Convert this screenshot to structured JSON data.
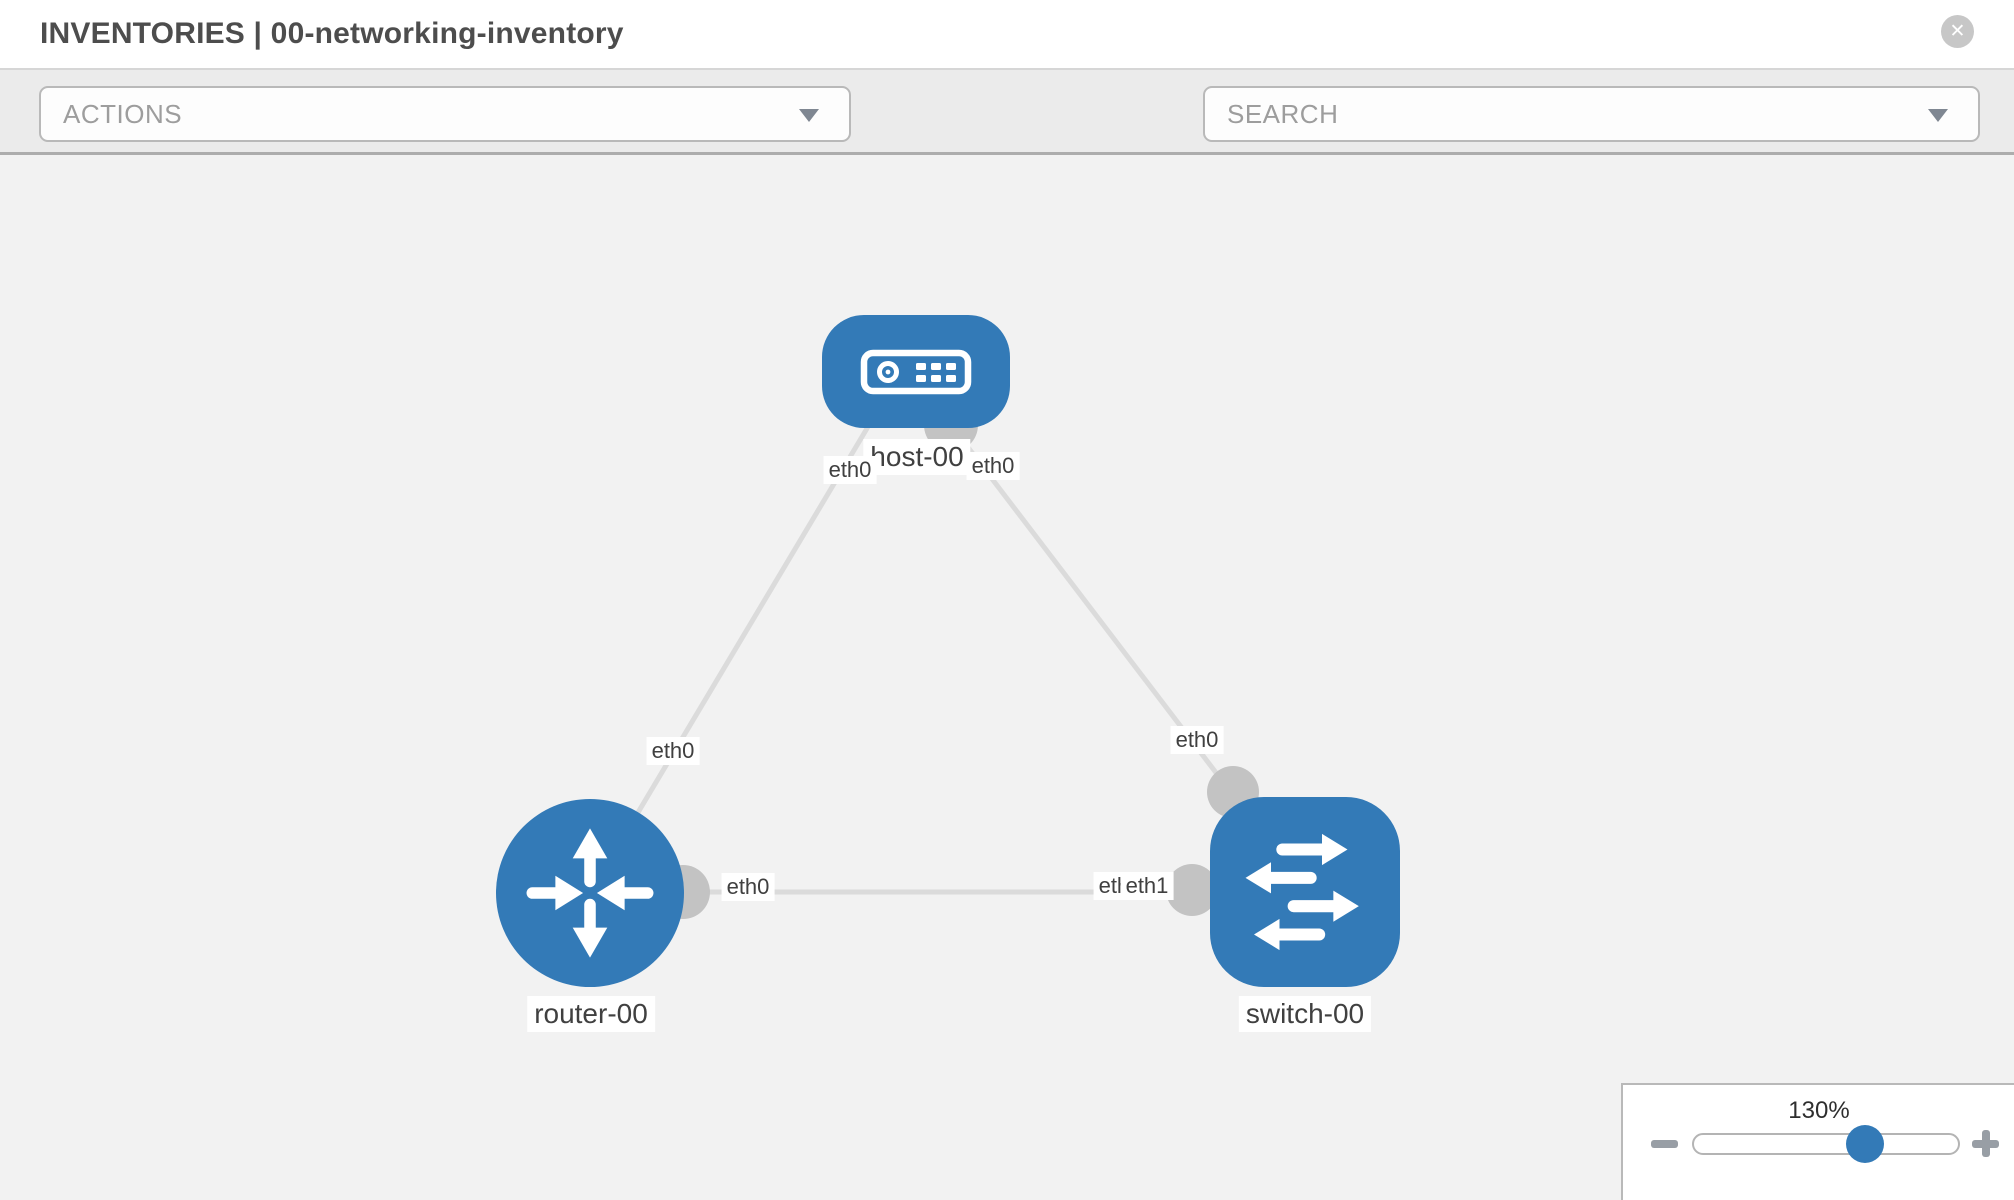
{
  "header": {
    "title": "INVENTORIES | 00-networking-inventory"
  },
  "icons": {
    "close": "✕",
    "wrench": "wrench-icon",
    "key": "key-icon"
  },
  "toolbar": {
    "actions_placeholder": "ACTIONS",
    "search_placeholder": "SEARCH"
  },
  "topology": {
    "nodes": [
      {
        "id": "host-00",
        "type": "host",
        "label": "host-00"
      },
      {
        "id": "router-00",
        "type": "router",
        "label": "router-00"
      },
      {
        "id": "switch-00",
        "type": "switch",
        "label": "switch-00"
      }
    ],
    "links": [
      {
        "source": "host-00",
        "target": "router-00",
        "source_interface": "eth0",
        "target_interface": "eth0"
      },
      {
        "source": "host-00",
        "target": "switch-00",
        "source_interface": "eth0",
        "target_interface": "eth0"
      },
      {
        "source": "router-00",
        "target": "switch-00",
        "source_interface": "eth0",
        "target_interface": "eth1"
      }
    ],
    "interface_labels": [
      {
        "text": "eth0"
      },
      {
        "text": "eth0"
      },
      {
        "text": "eth0"
      },
      {
        "text": "eth0"
      },
      {
        "text": "eth0"
      },
      {
        "text": "eth0"
      },
      {
        "text": "eth1"
      }
    ]
  },
  "zoom": {
    "level": "130%"
  },
  "colors": {
    "node_blue": "#337ab7",
    "link_gray": "#dbdbdb",
    "port_gray": "#c3c3c3"
  }
}
